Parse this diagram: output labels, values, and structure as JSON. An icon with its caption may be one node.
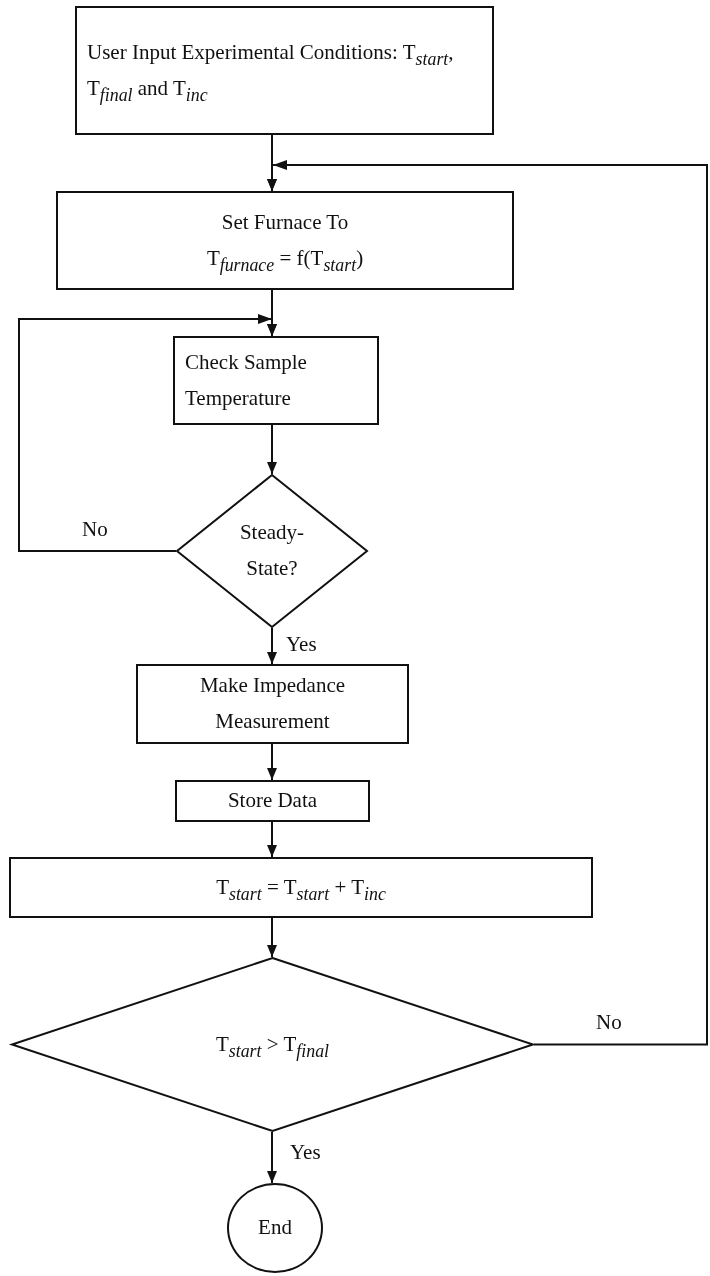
{
  "diagram": {
    "nodes": [
      {
        "text": [
          "User Input Experimental Conditions: T$_{start}$, T$_{final}$ and T$_{inc}$"
        ]
      },
      {
        "text": [
          "Set Furnace To",
          "T$_{furnace}$ = f(T$_{start}$)"
        ]
      },
      {
        "text": [
          "Check Sample Temperature"
        ]
      },
      {
        "text": [
          "Steady-State?"
        ]
      },
      {
        "text": [
          "Make Impedance Measurement"
        ]
      },
      {
        "text": [
          "Store Data"
        ]
      },
      {
        "text": [
          "T$_{start}$ = T$_{start}$ + T$_{inc}$"
        ]
      },
      {
        "text": [
          "T$_{start}$ > T$_{final}$"
        ]
      },
      {
        "text": [
          "End"
        ]
      }
    ],
    "edges": [
      {
        "from": 0,
        "to": 1,
        "arrow": "to"
      },
      {
        "from": 1,
        "to": 2,
        "arrow": "to"
      },
      {
        "from": 2,
        "to": 3,
        "arrow": "to"
      },
      {
        "from": 3,
        "to": 2,
        "arrow": "to",
        "label": "No"
      },
      {
        "from": 3,
        "to": 4,
        "arrow": "to",
        "label": "Yes"
      },
      {
        "from": 4,
        "to": 5,
        "arrow": "to"
      },
      {
        "from": 5,
        "to": 6,
        "arrow": "to"
      },
      {
        "from": 6,
        "to": 7,
        "arrow": "to"
      },
      {
        "from": 7,
        "to": 1,
        "arrow": "to",
        "label": "No"
      },
      {
        "from": 7,
        "to": 8,
        "arrow": "to",
        "label": "Yes"
      }
    ]
  }
}
